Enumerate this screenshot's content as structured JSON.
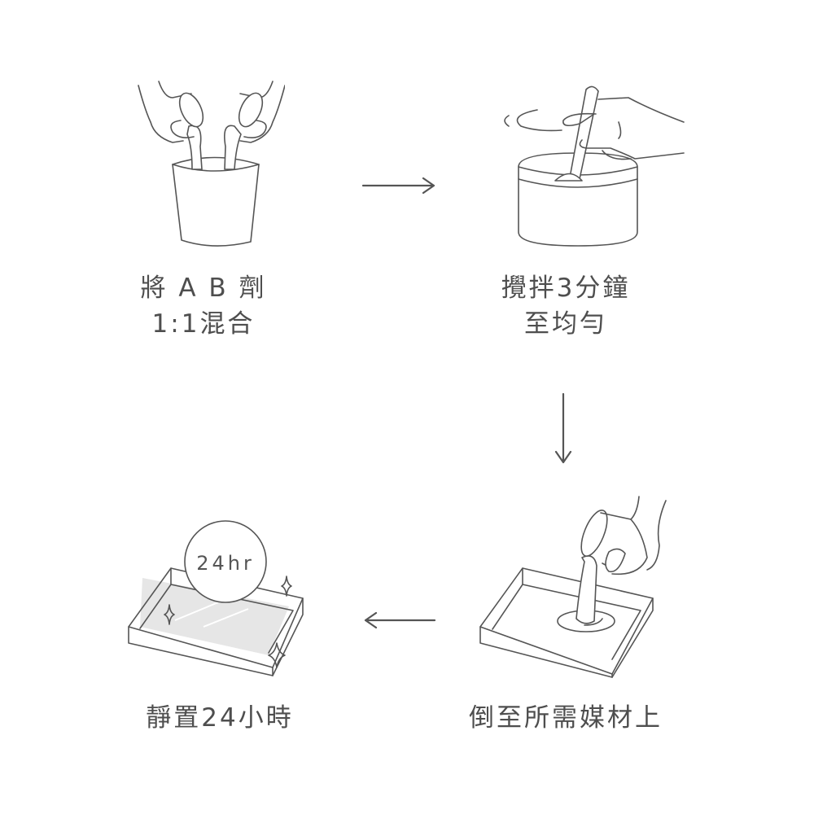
{
  "steps": [
    {
      "id": "mix",
      "lines": [
        "將 A B 劑",
        "1:1混合"
      ],
      "illustration": "two-hands-pouring-into-cup-icon"
    },
    {
      "id": "stir",
      "lines": [
        "攪拌3分鐘",
        "至均勻"
      ],
      "illustration": "hand-stirring-jar-icon"
    },
    {
      "id": "pour",
      "lines": [
        "倒至所需媒材上"
      ],
      "illustration": "hand-pouring-into-tray-icon"
    },
    {
      "id": "cure",
      "lines": [
        "靜置24小時"
      ],
      "illustration": "tray-with-timer-icon",
      "badge": "24hr"
    }
  ],
  "arrows": [
    {
      "from": "mix",
      "to": "stir",
      "direction": "right"
    },
    {
      "from": "stir",
      "to": "pour",
      "direction": "down"
    },
    {
      "from": "pour",
      "to": "cure",
      "direction": "left"
    }
  ],
  "colors": {
    "line": "#555555",
    "text": "#4e4e4e",
    "resin": "#e6e6e6",
    "background": "#ffffff"
  }
}
